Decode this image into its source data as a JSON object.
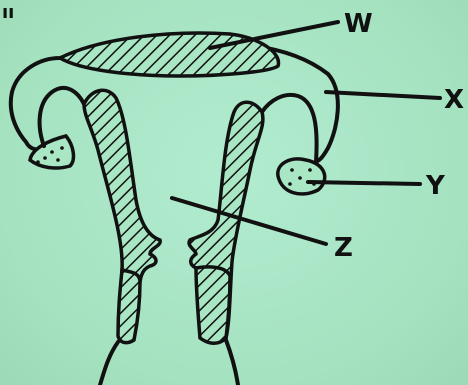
{
  "corner_mark": "ıı",
  "labels": {
    "w": "W",
    "x": "X",
    "y": "Y",
    "z": "Z"
  }
}
